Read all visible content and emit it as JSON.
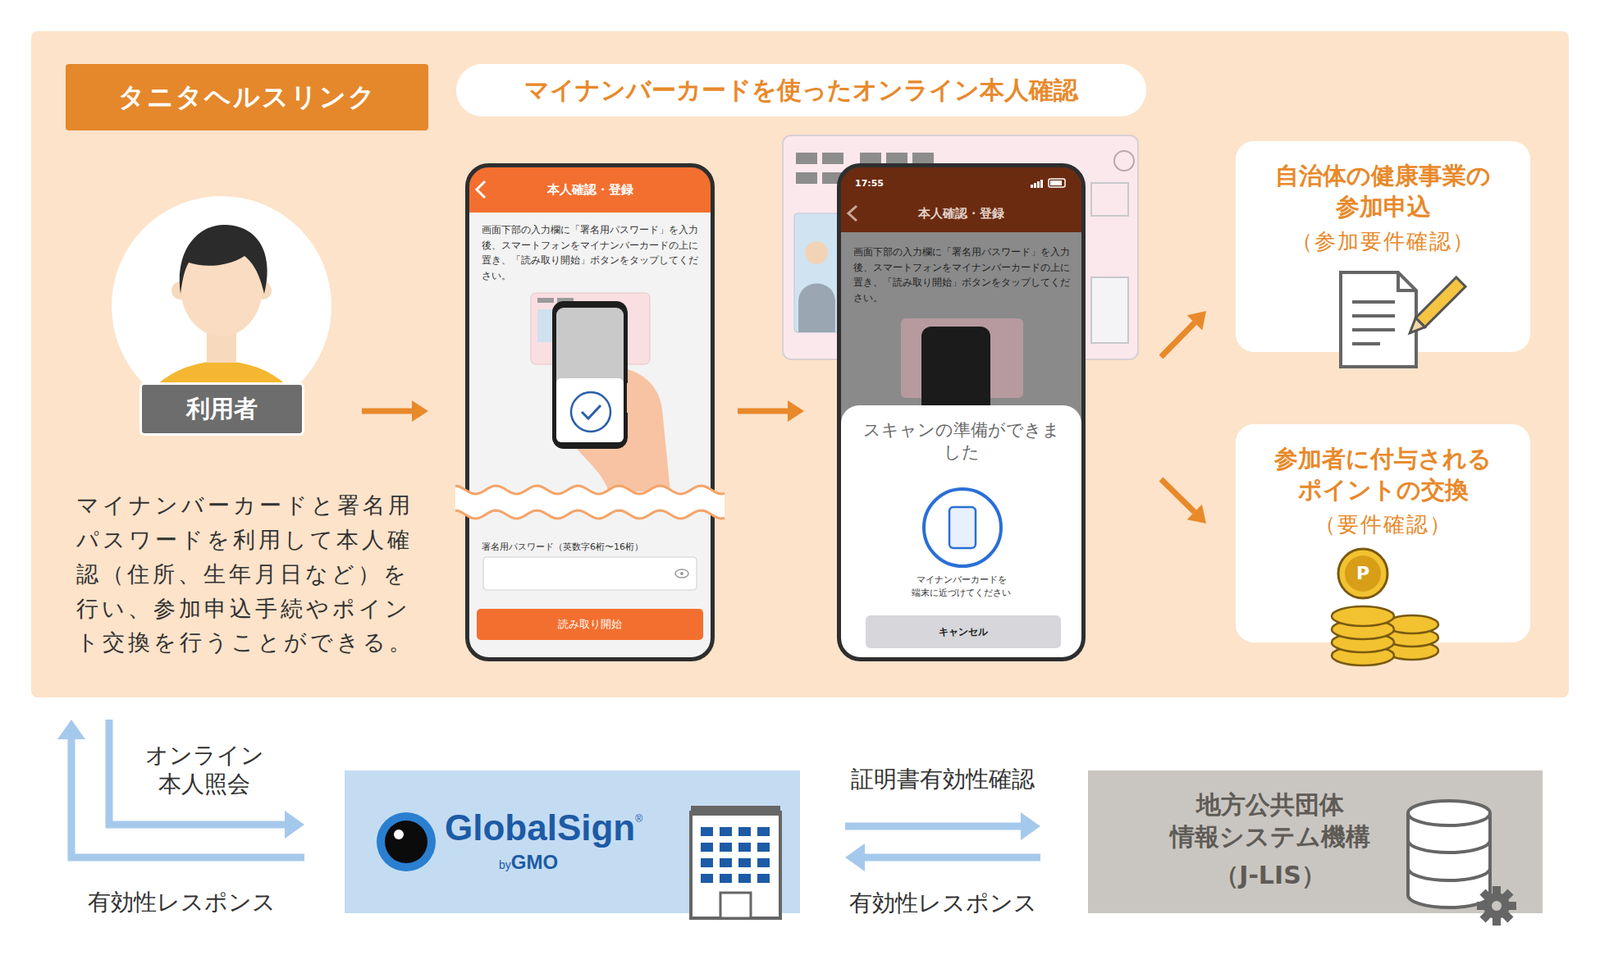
{
  "diagram": {
    "nodes": [
      {
        "text": [
          "タニタヘルスリンク"
        ]
      },
      {
        "text": [
          "マイナンバーカードを使ったオンライン本人確認"
        ],
        "in": 0
      },
      {
        "text": [
          "利用者",
          "マイナンバーカードと署名用パスワードを利用して本人確認（住所、生年月日など）を行い、参加申込手続やポイント交換を行うことができる。"
        ],
        "in": 0
      },
      {
        "text": [
          "本人確認・登録",
          "画面下部の入力欄に「署名用パスワード」を入力後、スマートフォンをマイナンバーカードの上に置き、「読み取り開始」ボタンをタップしてください。",
          "署名用パスワード（英数字6桁〜16桁）",
          "読み取り開始"
        ],
        "in": 0
      },
      {
        "text": [
          "17:55",
          "本人確認・登録",
          "画面下部の入力欄に「署名用パスワード」を入力後、スマートフォンをマイナンバーカードの上に置き、「読み取り開始」ボタンをタップしてください。",
          "スキャンの準備ができました",
          "マイナンバーカードを 端末に近づけてください",
          "キャンセル"
        ],
        "in": 0
      },
      {
        "text": [
          "自治体の健康事業の 参加申込",
          "（参加要件確認）"
        ],
        "in": 0
      },
      {
        "text": [
          "参加者に付与される ポイントの交換",
          "（要件確認）"
        ],
        "in": 0
      },
      {
        "text": [
          "GlobalSign",
          "®",
          "by",
          "GMO"
        ]
      },
      {
        "text": [
          "地方公共団体 情報システム機構",
          "（J-LIS）"
        ]
      }
    ],
    "edges": [
      {
        "from": 2,
        "to": 3,
        "arrow": "to"
      },
      {
        "from": 3,
        "to": 4,
        "arrow": "to"
      },
      {
        "from": 4,
        "to": 5,
        "arrow": "to"
      },
      {
        "from": 4,
        "to": 6,
        "arrow": "to"
      },
      {
        "from": 7,
        "to": 8,
        "label": "証明書有効性確認",
        "arrow": "to"
      },
      {
        "from": 8,
        "to": 7,
        "label": "有効性レスポンス",
        "arrow": "to"
      },
      {
        "from": 0,
        "to": 7,
        "label": "オンライン 本人照会",
        "arrow": "to"
      },
      {
        "from": 7,
        "to": 0,
        "label": "有効性レスポンス",
        "arrow": "to"
      }
    ],
    "labels": [
      "P"
    ]
  }
}
